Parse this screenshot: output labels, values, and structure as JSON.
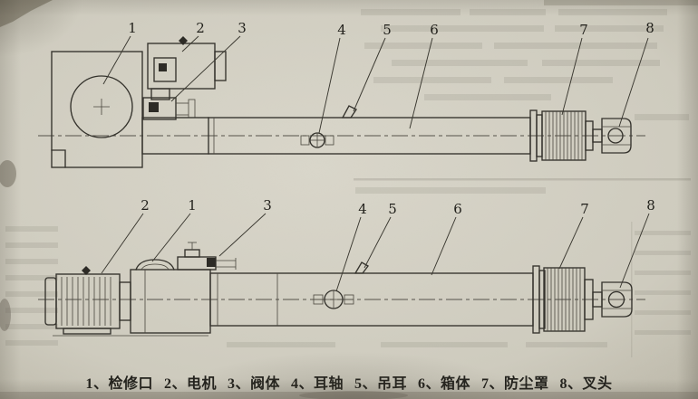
{
  "colors": {
    "paper": "#cfccc0",
    "ink": "#34322c"
  },
  "top_view": {
    "callouts": [
      "1",
      "2",
      "3",
      "4",
      "5",
      "6",
      "7",
      "8"
    ]
  },
  "bottom_view": {
    "callouts": [
      "2",
      "1",
      "3",
      "4",
      "5",
      "6",
      "7",
      "8"
    ]
  },
  "legend": {
    "items": [
      "1、检修口",
      "2、电机",
      "3、阀体",
      "4、耳轴",
      "5、吊耳",
      "6、箱体",
      "7、防尘罩",
      "8、叉头"
    ]
  }
}
